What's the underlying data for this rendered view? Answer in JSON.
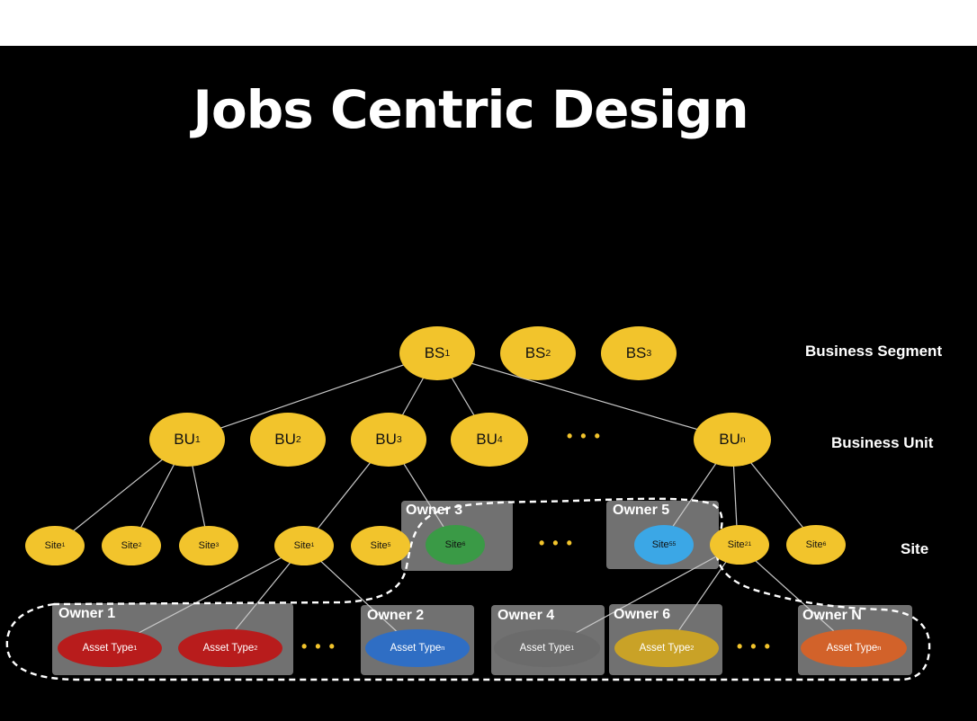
{
  "title": "Jobs Centric Design",
  "levels": {
    "segment": "Business Segment",
    "unit": "Business Unit",
    "site": "Site"
  },
  "segments": [
    {
      "base": "BS",
      "sub": "1"
    },
    {
      "base": "BS",
      "sub": "2"
    },
    {
      "base": "BS",
      "sub": "3"
    }
  ],
  "units": [
    {
      "base": "BU",
      "sub": "1"
    },
    {
      "base": "BU",
      "sub": "2"
    },
    {
      "base": "BU",
      "sub": "3"
    },
    {
      "base": "BU",
      "sub": "4"
    },
    {
      "base": "BU",
      "sub": "n"
    }
  ],
  "sites": [
    {
      "base": "Site",
      "sub": "1"
    },
    {
      "base": "Site",
      "sub": "2"
    },
    {
      "base": "Site",
      "sub": "3"
    },
    {
      "base": "Site",
      "sub": "1"
    },
    {
      "base": "Site",
      "sub": "5"
    },
    {
      "base": "Site",
      "sub": "6"
    },
    {
      "base": "Site",
      "sub": "55"
    },
    {
      "base": "Site",
      "sub": "21"
    },
    {
      "base": "Site",
      "sub": "6"
    }
  ],
  "owners": [
    "Owner 3",
    "Owner 5",
    "Owner 1",
    "Owner 2",
    "Owner 4",
    "Owner 6",
    "Owner N"
  ],
  "assets": [
    {
      "base": "Asset Type ",
      "sub": "1",
      "color": "#b81c1c"
    },
    {
      "base": "Asset Type ",
      "sub": "2",
      "color": "#b81c1c"
    },
    {
      "base": "Asset Type ",
      "sub": "n",
      "color": "#2f6ec4"
    },
    {
      "base": "Asset Type ",
      "sub": "1",
      "color": "#6b6b6b"
    },
    {
      "base": "Asset Type ",
      "sub": "2",
      "color": "#c9a227"
    },
    {
      "base": "Asset Type ",
      "sub": "n",
      "color": "#d2622a"
    }
  ],
  "site_colors": {
    "site6_owner3": "#3a9a46",
    "site55_owner5": "#3ba7e6"
  },
  "ellipsis": "• • •"
}
